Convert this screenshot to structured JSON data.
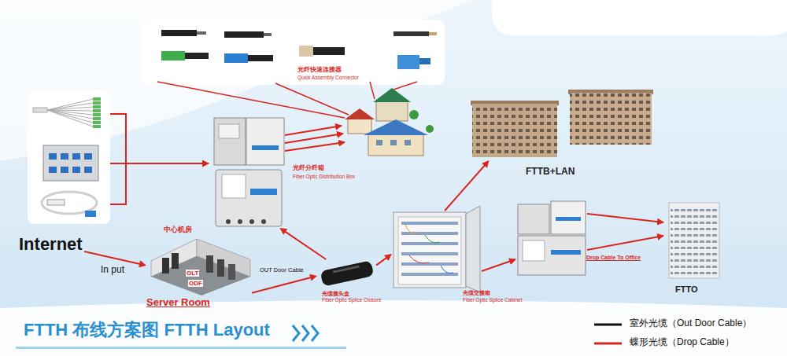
{
  "diagram": {
    "title": "FTTH 布线方案图 FTTH Layout",
    "nodes": [
      {
        "text": [
          "光纤快速连接器",
          "Quick Assembly Connector"
        ]
      },
      {
        "text": [
          "光纤分纤箱",
          "Fiber Optic Distribution Box"
        ]
      },
      {
        "text": [
          "Internet"
        ]
      },
      {
        "text": [
          "中心机房",
          "Server Room"
        ]
      },
      {
        "text": [
          "光缆接头盒",
          "Fiber Optic Splice Closure"
        ]
      },
      {
        "text": [
          "光缆交接箱",
          "Fiber Optic Splice Cabinet"
        ]
      },
      {
        "text": [
          "FTTB+LAN"
        ]
      },
      {
        "text": [
          "FTTO"
        ]
      }
    ],
    "edges": [
      {
        "from": 2,
        "to": 3,
        "label": "In put",
        "arrow": "to"
      },
      {
        "from": 3,
        "to": 4,
        "label": "OUT Door Cable",
        "arrow": "to"
      },
      {
        "from": 4,
        "to": 1,
        "arrow": "to"
      },
      {
        "from": 4,
        "to": 5,
        "arrow": "to"
      },
      {
        "from": 5,
        "to": 6,
        "arrow": "to"
      }
    ],
    "labels": [
      "OLT",
      "ODF",
      "Drop Cable To Office"
    ],
    "legend": [
      {
        "text": "室外光缆（Out Door Cable）"
      },
      {
        "text": "蝶形光缆（Drop Cable）"
      }
    ]
  }
}
